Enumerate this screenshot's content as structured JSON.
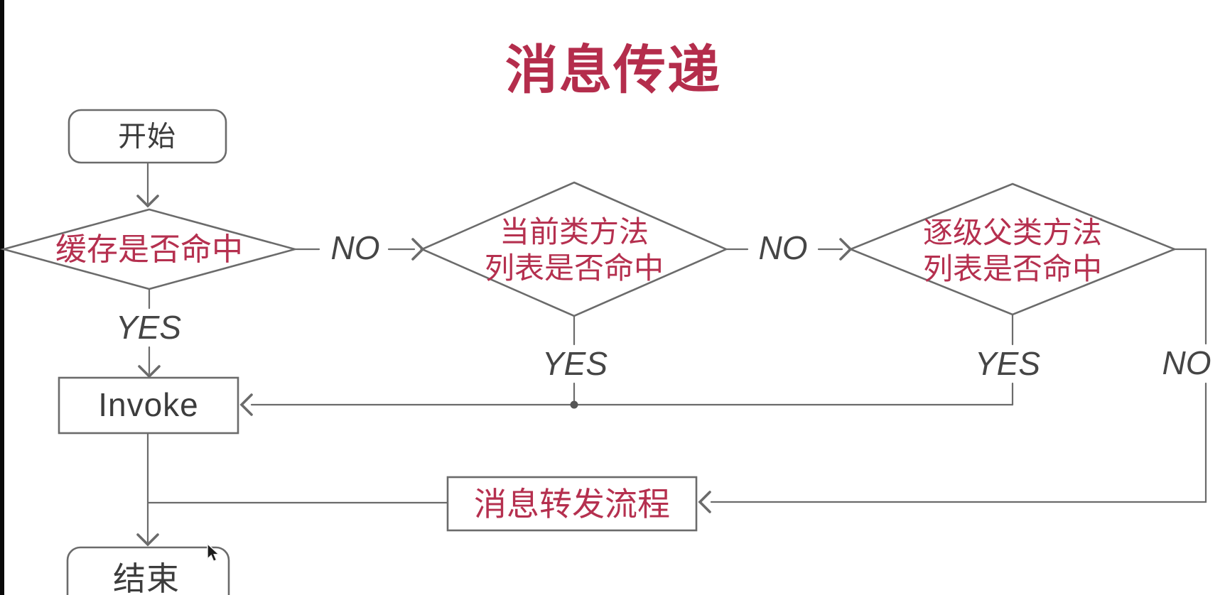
{
  "title": "消息传递",
  "colors": {
    "accent_red": "#b42d4c",
    "line_gray": "#6b6b6b",
    "text_gray": "#3c3c3c",
    "background": "#ffffff",
    "left_edge_bar": "#0a0a0a"
  },
  "nodes": {
    "start": "开始",
    "cache_hit": "缓存是否命中",
    "current_class": "当前类方法\n列表是否命中",
    "superclass": "逐级父类方法\n列表是否命中",
    "invoke": "Invoke",
    "forwarding": "消息转发流程",
    "end": "结束"
  },
  "edge_labels": {
    "cache_no": "NO",
    "current_no": "NO",
    "cache_yes": "YES",
    "current_yes": "YES",
    "superclass_yes": "YES",
    "superclass_no": "NO"
  }
}
